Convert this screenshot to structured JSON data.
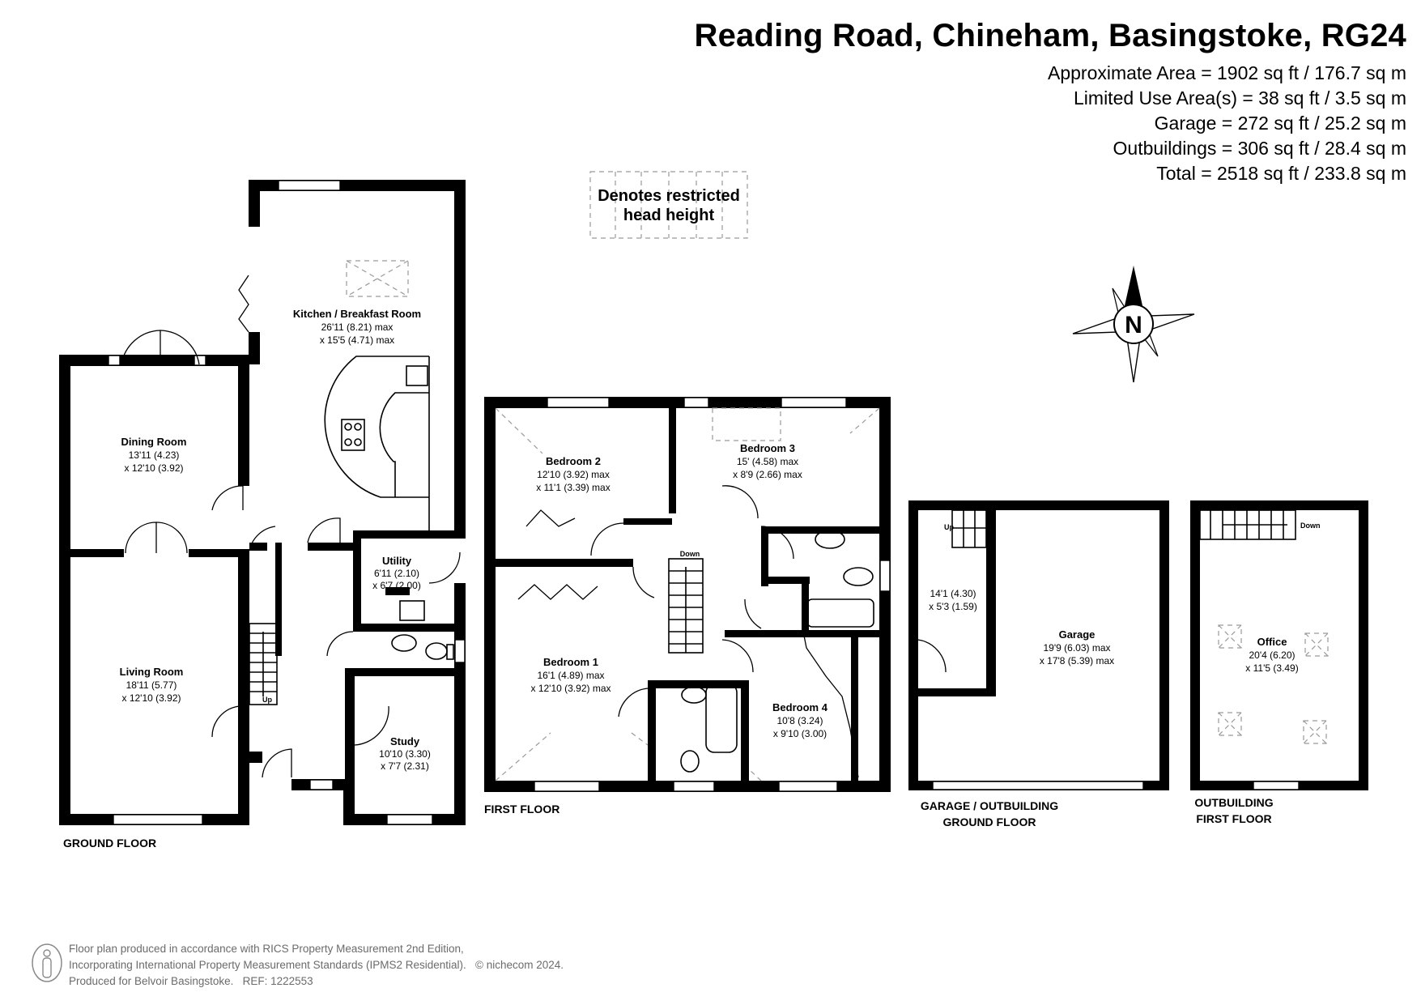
{
  "header": {
    "title": "Reading Road, Chineham, Basingstoke, RG24",
    "areas": [
      "Approximate Area = 1902 sq ft / 176.7 sq m",
      "Limited Use Area(s) = 38 sq ft / 3.5 sq m",
      "Garage = 272 sq ft / 25.2 sq m",
      "Outbuildings = 306 sq ft / 28.4 sq m",
      "Total = 2518 sq ft / 233.8 sq m"
    ]
  },
  "legend": {
    "line1": "Denotes restricted",
    "line2": "head height"
  },
  "compass": {
    "label": "N"
  },
  "floors": {
    "ground": "GROUND FLOOR",
    "first": "FIRST FLOOR",
    "garage_line1": "GARAGE / OUTBUILDING",
    "garage_line2": "GROUND FLOOR",
    "outbuilding_line1": "OUTBUILDING",
    "outbuilding_line2": "FIRST FLOOR"
  },
  "rooms": {
    "kitchen": {
      "name": "Kitchen / Breakfast Room",
      "d1": "26'11 (8.21) max",
      "d2": "x 15'5 (4.71) max"
    },
    "dining": {
      "name": "Dining Room",
      "d1": "13'11 (4.23)",
      "d2": "x 12'10 (3.92)"
    },
    "living": {
      "name": "Living Room",
      "d1": "18'11 (5.77)",
      "d2": "x 12'10 (3.92)"
    },
    "utility": {
      "name": "Utility",
      "d1": "6'11 (2.10)",
      "d2": "x 6'7 (2.00)"
    },
    "study": {
      "name": "Study",
      "d1": "10'10 (3.30)",
      "d2": "x 7'7 (2.31)"
    },
    "bed2": {
      "name": "Bedroom 2",
      "d1": "12'10 (3.92) max",
      "d2": "x 11'1 (3.39) max"
    },
    "bed3": {
      "name": "Bedroom 3",
      "d1": "15' (4.58) max",
      "d2": "x 8'9 (2.66) max"
    },
    "bed1": {
      "name": "Bedroom 1",
      "d1": "16'1 (4.89) max",
      "d2": "x 12'10 (3.92) max"
    },
    "bed4": {
      "name": "Bedroom 4",
      "d1": "10'8 (3.24)",
      "d2": "x 9'10 (3.00)"
    },
    "store": {
      "d1": "14'1 (4.30)",
      "d2": "x 5'3 (1.59)"
    },
    "garage": {
      "name": "Garage",
      "d1": "19'9 (6.03) max",
      "d2": "x 17'8 (5.39) max"
    },
    "office": {
      "name": "Office",
      "d1": "20'4 (6.20)",
      "d2": "x 11'5 (3.49)"
    }
  },
  "stairs": {
    "up": "Up",
    "down": "Down"
  },
  "footer": {
    "line1": "Floor plan produced in accordance with RICS Property Measurement 2nd Edition,",
    "line2": "Incorporating International Property Measurement Standards (IPMS2 Residential).",
    "copyright": "© nichecom 2024.",
    "line3": "Produced for Belvoir Basingstoke.",
    "ref": "REF:  1222553"
  }
}
